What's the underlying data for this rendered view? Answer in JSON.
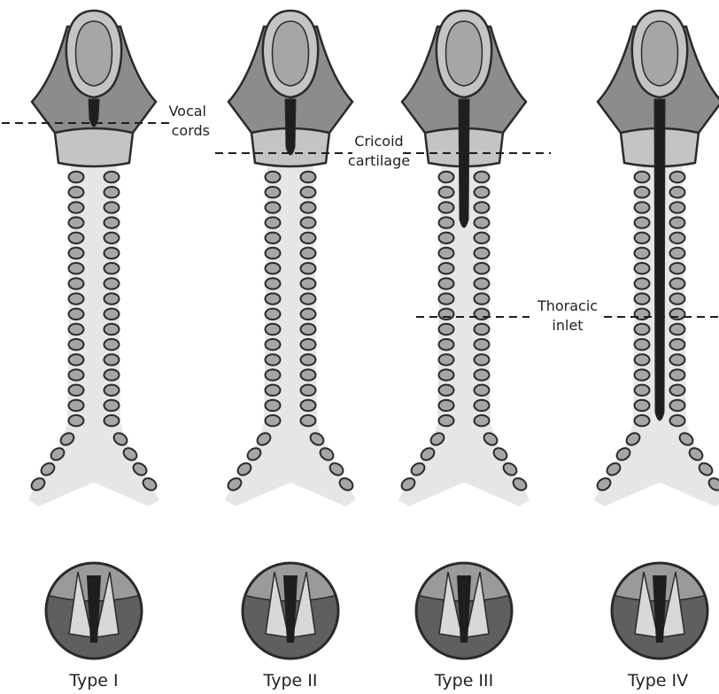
{
  "labels": {
    "vocal_line1": "Vocal",
    "vocal_line2": "cords",
    "cricoid_line1": "Cricoid",
    "cricoid_line2": "cartilage",
    "thoracic_line1": "Thoracic",
    "thoracic_line2": "inlet"
  },
  "types": [
    {
      "label": "Type I",
      "cleft_extent": "vocal-cords"
    },
    {
      "label": "Type II",
      "cleft_extent": "cricoid"
    },
    {
      "label": "Type III",
      "cleft_extent": "cervical-trachea"
    },
    {
      "label": "Type IV",
      "cleft_extent": "thoracic-trachea"
    }
  ],
  "colors": {
    "outline": "#2a2a2a",
    "cartilage_dark": "#8c8c8c",
    "cartilage_light": "#c4c4c4",
    "trachea": "#e6e6e6",
    "ring": "#a6a6a6",
    "cleft": "#1e1e1e",
    "scope_bg": "#5f5f5f"
  }
}
